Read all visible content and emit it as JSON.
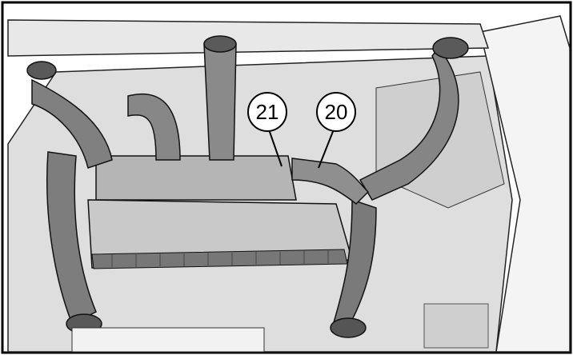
{
  "callouts": [
    {
      "id": "21",
      "label": "21"
    },
    {
      "id": "20",
      "label": "20"
    }
  ],
  "colors": {
    "background": "#ffffff",
    "panel": "#d6d6d6",
    "panel_dark": "#9a9a9a",
    "duct": "#7c7c7c",
    "outline": "#000000"
  }
}
